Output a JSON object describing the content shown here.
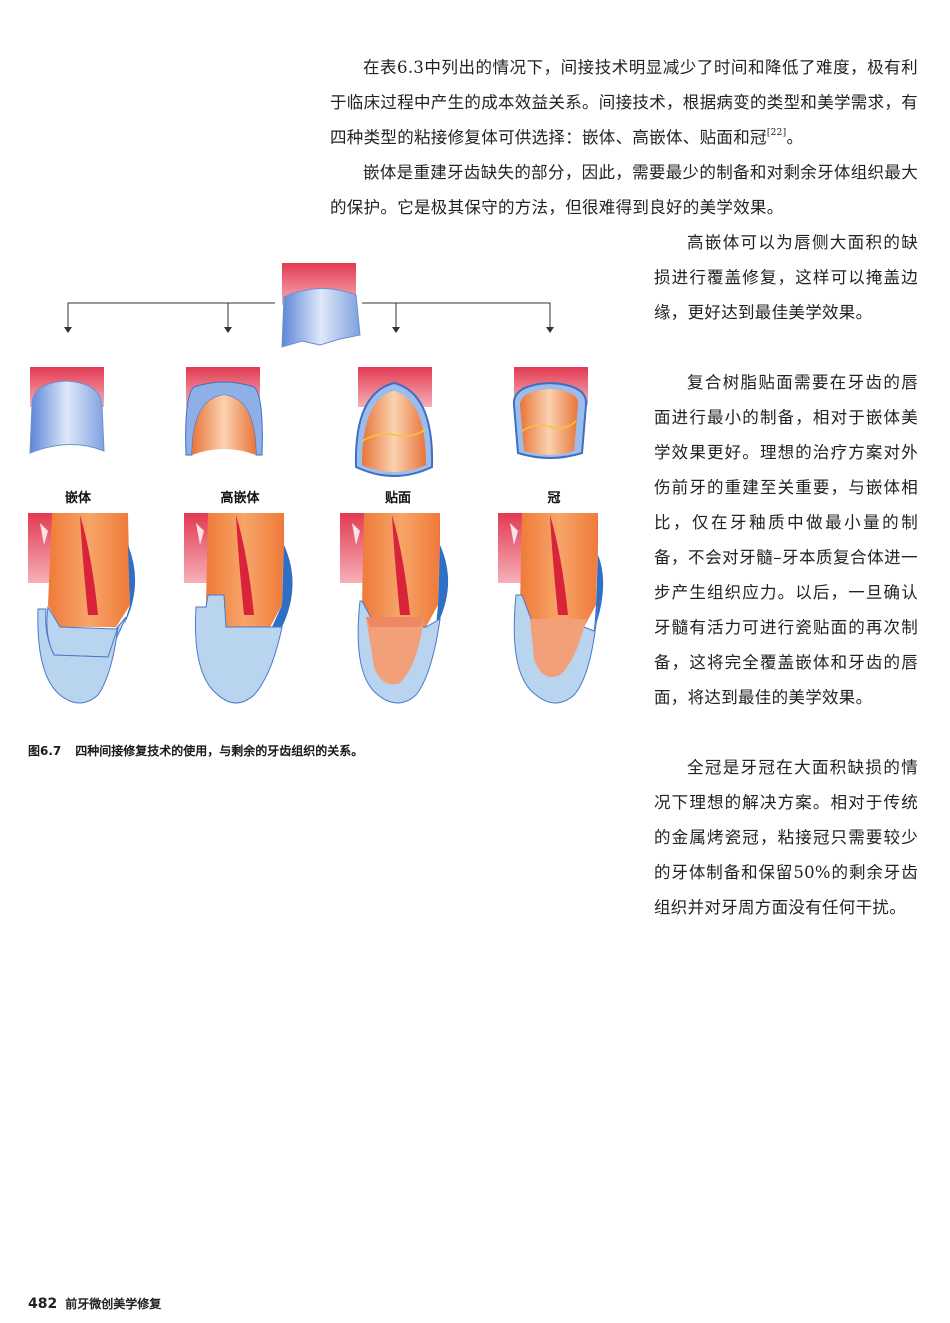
{
  "paragraphs": {
    "p1_main": "在表6.3中列出的情况下，间接技术明显减少了时间和降低了难度，极有利于临床过程中产生的成本效益关系。间接技术，根据病变的类型和美学需求，有四种类型的粘接修复体可供选择：嵌体、高嵌体、贴面和冠",
    "p1_ref": "[22]",
    "p1_end": "。",
    "p2": "嵌体是重建牙齿缺失的部分，因此，需要最少的制备和对剩余牙体组织最大的保护。它是极其保守的方法，但很难得到良好的美学效果。",
    "p3": "高嵌体可以为唇侧大面积的缺损进行覆盖修复，这样可以掩盖边缘，更好达到最佳美学效果。",
    "p4": "复合树脂贴面需要在牙齿的唇面进行最小的制备，相对于嵌体美学效果更好。理想的治疗方案对外伤前牙的重建至关重要，与嵌体相比，仅在牙釉质中做最小量的制备，不会对牙髓–牙本质复合体进一步产生组织应力。以后，一旦确认牙髓有活力可进行瓷贴面的再次制备，这将完全覆盖嵌体和牙齿的唇面，将达到最佳的美学效果。",
    "p5": "全冠是牙冠在大面积缺损的情况下理想的解决方案。相对于传统的金属烤瓷冠，粘接冠只需要较少的牙体制备和保留50%的剩余牙齿组织并对牙周方面没有任何干扰。"
  },
  "figure": {
    "labels": [
      "嵌体",
      "高嵌体",
      "贴面",
      "冠"
    ],
    "caption_num": "图6.7",
    "caption_text": "四种间接修复技术的使用，与剩余的牙齿组织的关系。",
    "colors": {
      "gingiva": "#e8576a",
      "enamel": "#f08a3c",
      "pulp": "#d9233a",
      "restoration": "#b8d4ef",
      "restoration_edge": "#2f6fc4"
    }
  },
  "footer": {
    "page_number": "482",
    "book_title": "前牙微创美学修复"
  }
}
